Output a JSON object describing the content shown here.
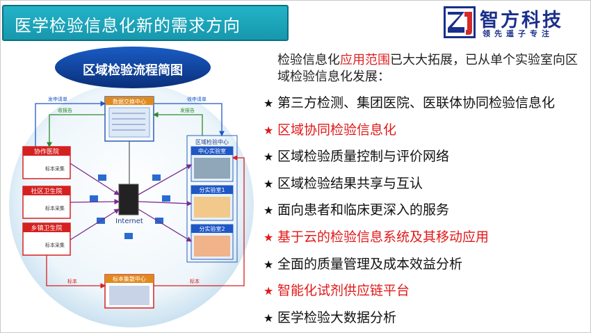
{
  "title": "医学检验信息化新的需求方向",
  "logo": {
    "name": "智方科技",
    "slogan": "领先遥子专注",
    "brand_color": "#1a2f8a",
    "accent_color": "#d42a2a"
  },
  "intro": {
    "part1": "检验信息化",
    "highlight": "应用范围",
    "part2": "已大大拓展，已从单个实验室向区域检验信息化发展："
  },
  "bullets": [
    {
      "text": "第三方检测、集团医院、医联体协同检验信息化",
      "highlight": false
    },
    {
      "text": "区域协同检验信息化",
      "highlight": true
    },
    {
      "text": "区域检验质量控制与评价网络",
      "highlight": false
    },
    {
      "text": "区域检验结果共享与互认",
      "highlight": false
    },
    {
      "text": "面向患者和临床更深入的服务",
      "highlight": false
    },
    {
      "text": "基于云的检验信息系统及其移动应用",
      "highlight": true
    },
    {
      "text": "全面的质量管理及成本效益分析",
      "highlight": false
    },
    {
      "text": "智能化试剂供应链平台",
      "highlight": true
    },
    {
      "text": "医学检验大数据分析",
      "highlight": false
    }
  ],
  "bullet_marker": "★",
  "diagram": {
    "title": "区域检验流程简图",
    "exchange_center": "数据交换中心",
    "regional_center": "区域检验中心",
    "center_lab": "中心实验室",
    "sub_lab1": "分实验室1",
    "sub_lab2": "分实验室2",
    "collection_center": "标本集散中心",
    "internet": "Internet",
    "hospitals": [
      {
        "name": "协作医院",
        "sub": "标本采集"
      },
      {
        "name": "社区卫生院",
        "sub": "标本采集"
      },
      {
        "name": "乡镇卫生院",
        "sub": "标本采集"
      }
    ],
    "labels": {
      "send_request": "发申请单",
      "receive_request": "收申请单",
      "receive_report": "收报告",
      "send_report": "发报告",
      "specimen": "标本"
    }
  }
}
